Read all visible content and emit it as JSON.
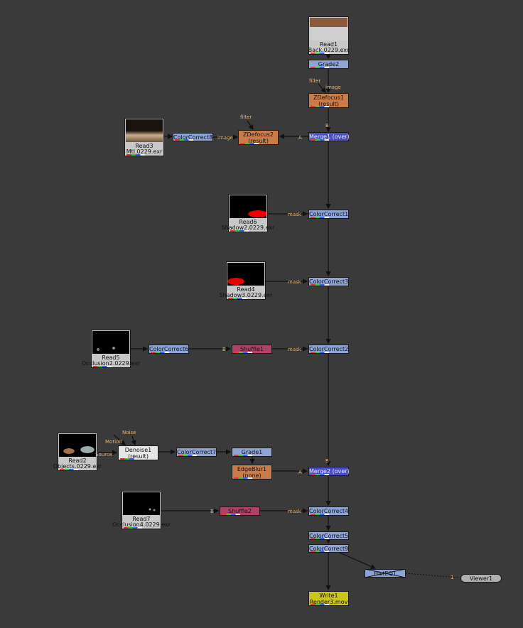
{
  "nodes": {
    "read1": {
      "label": "Read1",
      "sub": "Back.0229.exr"
    },
    "grade2": {
      "label": "Grade2"
    },
    "zdefocus1": {
      "label": "ZDefocus1",
      "sub": "(result)"
    },
    "merge1": {
      "label": "Merge1 (over)"
    },
    "zdefocus2": {
      "label": "ZDefocus2",
      "sub": "(result)"
    },
    "colorcorrect8": {
      "label": "ColorCorrect8"
    },
    "read3": {
      "label": "Read3",
      "sub": "Mtl.0229.exr"
    },
    "read6": {
      "label": "Read6",
      "sub": "Shadow2.0229.exr"
    },
    "colorcorrect1": {
      "label": "ColorCorrect1"
    },
    "read4": {
      "label": "Read4",
      "sub": "Shadow3.0229.exr"
    },
    "colorcorrect3": {
      "label": "ColorCorrect3"
    },
    "read5": {
      "label": "Read5",
      "sub": "Occlusion2.0229.exr"
    },
    "colorcorrect6": {
      "label": "ColorCorrect6"
    },
    "shuffle1": {
      "label": "Shuffle1"
    },
    "colorcorrect2": {
      "label": "ColorCorrect2"
    },
    "read2": {
      "label": "Read2",
      "sub": "Objects.0229.exr"
    },
    "denoise1": {
      "label": "Denoise1",
      "sub": "(result)"
    },
    "colorcorrect7": {
      "label": "ColorCorrect7"
    },
    "grade1": {
      "label": "Grade1"
    },
    "edgeblur1": {
      "label": "EdgeBlur1",
      "sub": "(none)"
    },
    "merge2": {
      "label": "Merge2 (over)"
    },
    "read7": {
      "label": "Read7",
      "sub": "Occlusion4.0229.exr"
    },
    "shuffle2": {
      "label": "Shuffle2"
    },
    "colorcorrect4": {
      "label": "ColorCorrect4"
    },
    "colorcorrect5": {
      "label": "ColorCorrect5"
    },
    "colorcorrect9": {
      "label": "ColorCorrect9"
    },
    "histeq1": {
      "label": "HistEQ1"
    },
    "viewer1": {
      "label": "Viewer1"
    },
    "write1": {
      "label": "Write1",
      "sub": "Render3.mov"
    }
  },
  "edge_labels": {
    "filter": "filter",
    "image": "image",
    "a": "A",
    "b": "B",
    "mask": "mask",
    "noise": "Noise",
    "motion": "Motion",
    "source": "Source",
    "one": "1"
  },
  "colors": {
    "background": "#3a3a3a",
    "read": "#c8c8c8",
    "colorcorrect": "#8ea3d6",
    "zdefocus": "#c97c4a",
    "merge": "#4b4fc1",
    "shuffle": "#b24167",
    "write": "#c9c51b",
    "wire": "#111111"
  }
}
